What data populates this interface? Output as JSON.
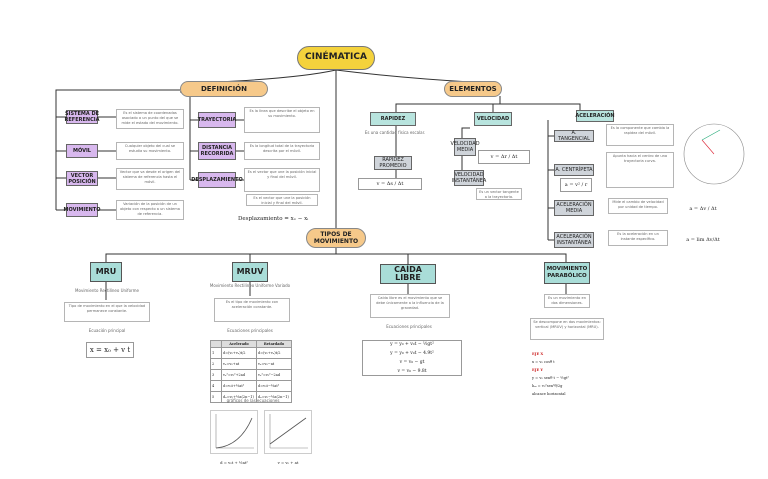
{
  "title": "CINÉMATICA",
  "definicion": {
    "label": "DEFINICIÓN",
    "concepts": [
      {
        "label": "SISTEMA DE REFERENCIA",
        "note": "Es el sistema de coordenadas asociado a un punto del que se mide el estado del movimiento."
      },
      {
        "label": "MÓVIL",
        "note": "Cualquier objeto del cual se estudia su movimiento."
      },
      {
        "label": "VECTOR POSICIÓN",
        "note": "Vector que va desde el origen del sistema de referencia hasta el móvil."
      },
      {
        "label": "MOVIMIENTO",
        "note": "Variación de la posición de un objeto con respecto a un sistema de referencia."
      }
    ],
    "terms": [
      {
        "label": "TRAYECTORIA",
        "note": "Es la línea que describe el objeto en su movimiento."
      },
      {
        "label": "DISTANCIA RECORRIDA",
        "note": "Es la longitud total de la trayectoria descrita por el móvil."
      },
      {
        "label": "DESPLAZAMIENTO",
        "note": "Es el vector que une la posición inicial y final del móvil."
      }
    ],
    "desplazamiento_formula": "Desplazamiento = xₓ − xᵢ"
  },
  "elementos": {
    "label": "ELEMENTOS",
    "rapidez": {
      "label": "RAPIDEZ",
      "note": "Es una cantidad física escalar.",
      "sub": "RAPIDEZ PROMEDIO",
      "formula": "v = Δs / Δt"
    },
    "velocidad": {
      "label": "VELOCIDAD",
      "media": "VELOCIDAD MEDIA",
      "media_formula": "v = Δr / Δt",
      "instantanea": "VELOCIDAD INSTANTÁNEA",
      "note": "Es un vector tangente a la trayectoria."
    },
    "aceleracion": {
      "label": "ACELERACIÓN",
      "items": [
        {
          "label": "A. TANGENCIAL",
          "note": "Es la componente que cambia la rapidez del móvil."
        },
        {
          "label": "A. CENTRÍPETA",
          "note": "Apunta hacia el centro de una trayectoria curva.",
          "formula": "a = v² / r"
        },
        {
          "label": "ACELERACIÓN MEDIA",
          "note": "Mide el cambio de velocidad por unidad de tiempo.",
          "formula": "a = Δv / Δt"
        },
        {
          "label": "ACELERACIÓN INSTANTÁNEA",
          "note": "Es la aceleración en un instante específico.",
          "formula": "a = lim Δv/Δt"
        }
      ]
    }
  },
  "tipos": {
    "label": "TIPOS DE MOVIMIENTO",
    "mru": {
      "label": "MRU",
      "caption": "Movimiento Rectilíneo Uniforme",
      "note": "Tipo de movimiento en el que la velocidad permanece constante.",
      "eq_label": "Ecuación principal",
      "formula": "x = x₀ + v t"
    },
    "mruv": {
      "label": "MRUV",
      "caption": "Movimiento Rectilíneo Uniforme Variado",
      "note": "Es el tipo de movimiento con aceleración constante.",
      "eq_label": "Ecuaciones principales",
      "table_headers": [
        "Acelerado",
        "Retardado"
      ],
      "rows": [
        [
          "1",
          "d=(v₀+vₓ)t/2",
          "d=(v₀+vₓ)t/2"
        ],
        [
          "2",
          "vₓ=v₀+at",
          "vₓ=v₀−at"
        ],
        [
          "3",
          "vₓ²=v₀²+2ad",
          "vₓ²=v₀²−2ad"
        ],
        [
          "4",
          "d=v₀t+½at²",
          "d=v₀t−½at²"
        ],
        [
          "5",
          "dₙ=v₀+½a(2n−1)",
          "dₙ=v₀−½a(2n−1)"
        ]
      ],
      "graphs_label": "gráficos de las ecuaciones",
      "graph1_caption": "d = v₀t + ½at²",
      "graph2_caption": "v = v₀ + at"
    },
    "caida": {
      "label": "CAÍDA LIBRE",
      "note": "Caída libre es el movimiento que se debe únicamente a la influencia de la gravedad.",
      "eq_label": "Ecuaciones principales",
      "formulas": [
        "y = y₀ + v₀t − ½gt²",
        "y = y₀ + v₀t − 4.9t²",
        "v = v₀ − gt",
        "v = v₀ − 9.8t"
      ]
    },
    "parabolico": {
      "label": "MOVIMIENTO PARABÓLICO",
      "note1": "Es un movimiento en dos dimensiones.",
      "note2": "Se descompone en dos movimientos: vertical (MRUV) y horizontal (MRU).",
      "eqs": [
        "EJE X",
        "x = v₀ cosθ t",
        "EJE Y",
        "y = v₀ senθ t − ½gt²",
        "hₘ = v₀²sen²θ/2g",
        "alcance horizontal"
      ]
    }
  },
  "colors": {
    "title": "#f4d23c",
    "pill": "#f6c98a",
    "lavender": "#d8b8ee",
    "teal": "#b8e4de",
    "grey": "#cfd4da",
    "line": "#333333"
  }
}
